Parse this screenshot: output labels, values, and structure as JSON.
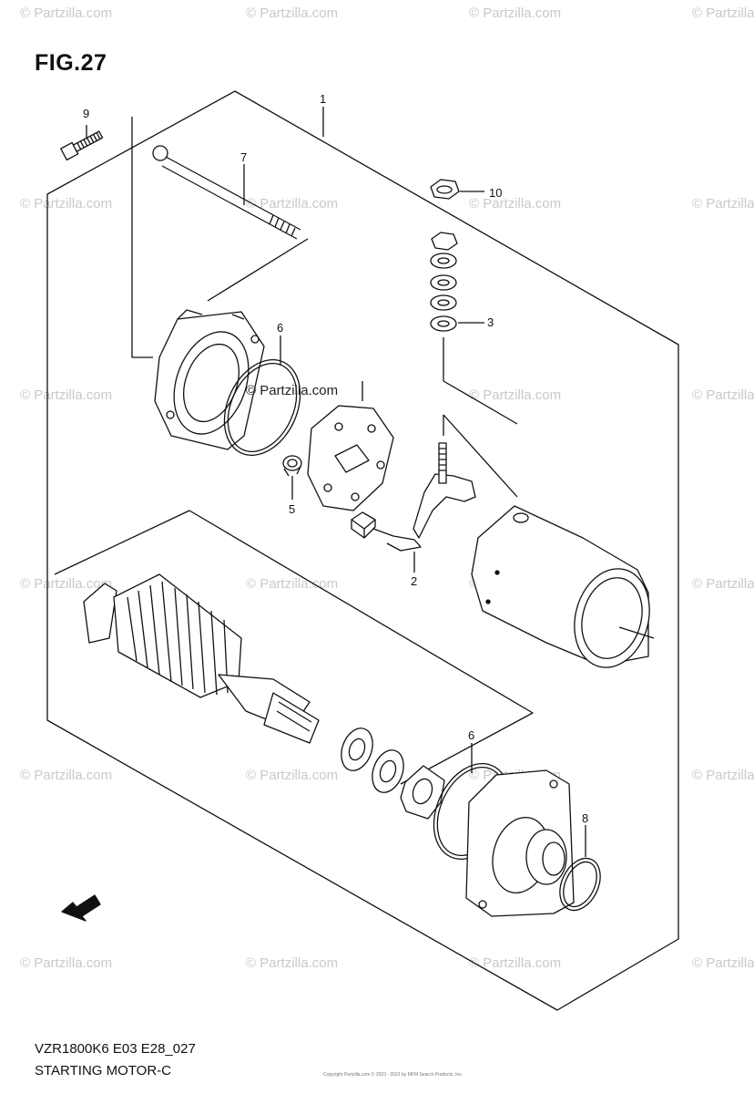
{
  "figure": {
    "title": "FIG.27",
    "code": "VZR1800K6 E03 E28_027",
    "name": "STARTING MOTOR-C",
    "copyright": "Copyright Partzilla.com © 2023 - 2023 by MFM Search Products, Inc.",
    "watermark": "© Partzilla.com",
    "fwd_label": "FWD"
  },
  "callouts": [
    {
      "id": "c1",
      "label": "1"
    },
    {
      "id": "c2",
      "label": "2"
    },
    {
      "id": "c3",
      "label": "3"
    },
    {
      "id": "c5",
      "label": "5"
    },
    {
      "id": "c6a",
      "label": "6"
    },
    {
      "id": "c6b",
      "label": "6"
    },
    {
      "id": "c7",
      "label": "7"
    },
    {
      "id": "c8",
      "label": "8"
    },
    {
      "id": "c9",
      "label": "9"
    },
    {
      "id": "c10",
      "label": "10"
    }
  ]
}
